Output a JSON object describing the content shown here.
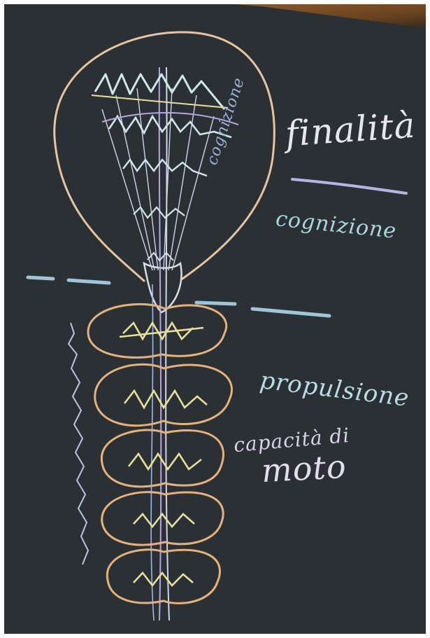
{
  "labels": {
    "finalita": "finalità",
    "cognizione": "cognizione",
    "cognizione_vertical": "cognizione",
    "propulsione": "propulsione",
    "capacita": "capacità di",
    "moto": "moto"
  },
  "colors": {
    "board": "#2b3035",
    "chalk_white": "#e9e6f2",
    "chalk_blue": "#a9d6de",
    "chalk_orange": "#e4b27a",
    "chalk_yellow": "#e8e09a",
    "chalk_violet": "#b8a6e0"
  }
}
